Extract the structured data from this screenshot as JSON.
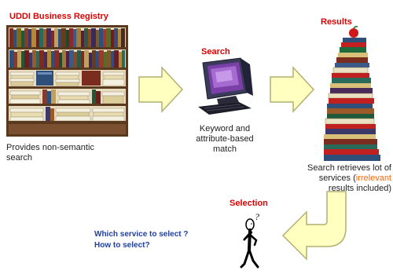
{
  "registry": {
    "title": "UDDI Business Registry",
    "caption": [
      "Provides non-semantic",
      "search"
    ]
  },
  "search": {
    "title": "Search",
    "caption": [
      "Keyword and",
      "attribute-based",
      "match"
    ]
  },
  "results": {
    "title": "Results",
    "caption_line1": "Search retrieves lot of",
    "caption_line2_a": "services (",
    "caption_line2_b": "irrelevant",
    "caption_line3": "results included)"
  },
  "selection": {
    "title": "Selection",
    "question1": "Which service to select ?",
    "question2": "How to select?"
  },
  "colors": {
    "title": "#e00000",
    "arrow_fill": "#ffffc0",
    "arrow_stroke": "#b0b070",
    "question_text": "#1f3f9f",
    "irrelevant": "#ff6600"
  }
}
